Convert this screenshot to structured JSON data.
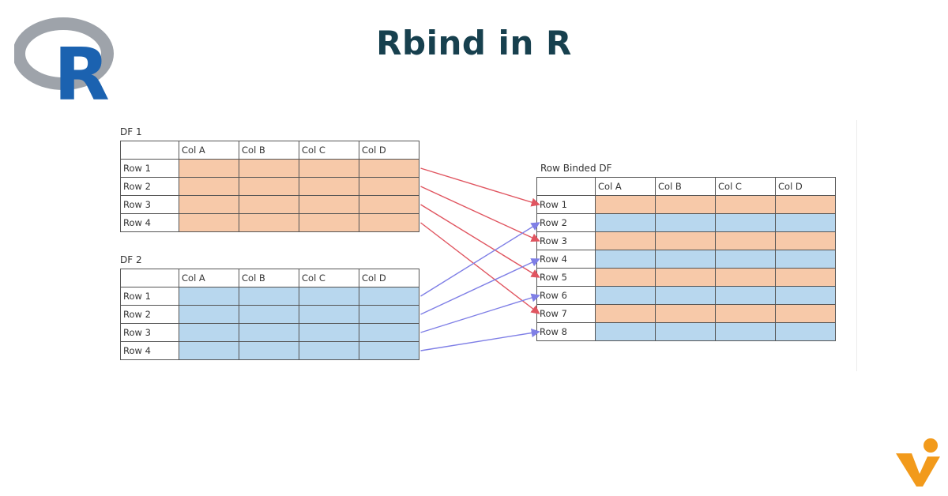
{
  "title": "Rbind in R",
  "logo_r_text": "R",
  "colors": {
    "title": "#17404e",
    "df1_fill": "#f7c9a9",
    "df2_fill": "#b8d7ee",
    "df1_arrow": "#e05560",
    "df2_arrow": "#7f7fe6",
    "r_logo_ring": "#9ea3aa",
    "r_logo_letter": "#1b62b0",
    "brand_logo": "#f29a1b"
  },
  "icons": [
    "r-logo-icon",
    "brand-logo-icon"
  ],
  "df1": {
    "caption": "DF 1",
    "columns": [
      "Col A",
      "Col B",
      "Col C",
      "Col D"
    ],
    "rows": [
      "Row 1",
      "Row 2",
      "Row 3",
      "Row 4"
    ]
  },
  "df2": {
    "caption": "DF 2",
    "columns": [
      "Col A",
      "Col B",
      "Col C",
      "Col D"
    ],
    "rows": [
      "Row 1",
      "Row 2",
      "Row 3",
      "Row 4"
    ]
  },
  "result": {
    "caption": "Row Binded DF",
    "columns": [
      "Col A",
      "Col B",
      "Col C",
      "Col D"
    ],
    "rows": [
      {
        "label": "Row 1",
        "source": "df1"
      },
      {
        "label": "Row 2",
        "source": "df2"
      },
      {
        "label": "Row 3",
        "source": "df1"
      },
      {
        "label": "Row 4",
        "source": "df2"
      },
      {
        "label": "Row 5",
        "source": "df1"
      },
      {
        "label": "Row 6",
        "source": "df2"
      },
      {
        "label": "Row 7",
        "source": "df1"
      },
      {
        "label": "Row 8",
        "source": "df2"
      }
    ]
  },
  "mappings": [
    {
      "from": "df1",
      "from_row": 1,
      "to_row": 1
    },
    {
      "from": "df1",
      "from_row": 2,
      "to_row": 3
    },
    {
      "from": "df1",
      "from_row": 3,
      "to_row": 5
    },
    {
      "from": "df1",
      "from_row": 4,
      "to_row": 7
    },
    {
      "from": "df2",
      "from_row": 1,
      "to_row": 2
    },
    {
      "from": "df2",
      "from_row": 2,
      "to_row": 4
    },
    {
      "from": "df2",
      "from_row": 3,
      "to_row": 6
    },
    {
      "from": "df2",
      "from_row": 4,
      "to_row": 8
    }
  ]
}
